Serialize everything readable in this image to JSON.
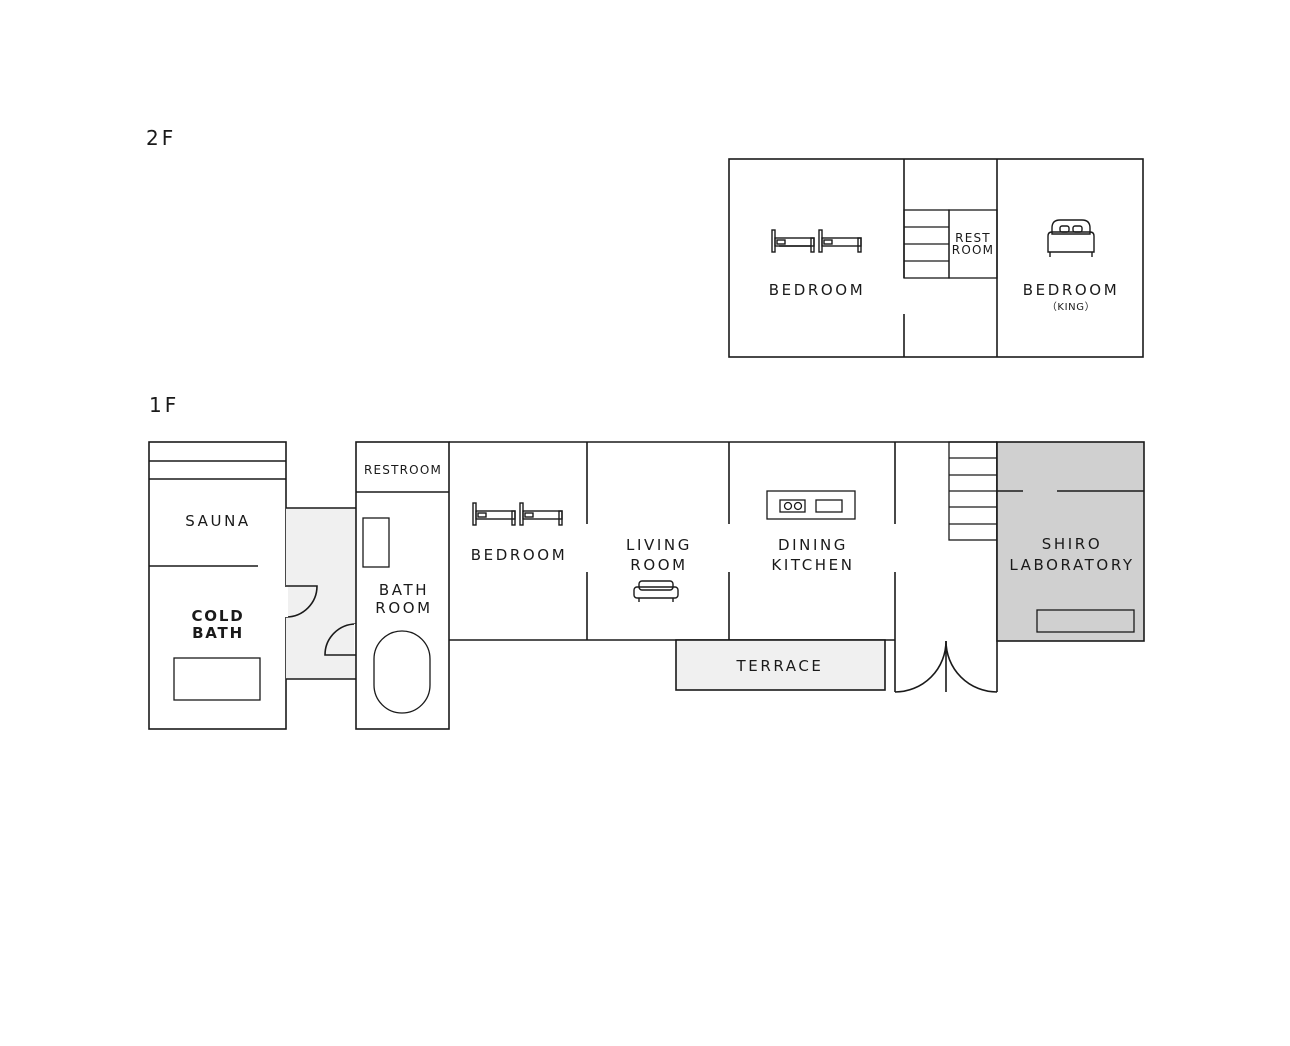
{
  "floors": {
    "second": {
      "label": "2F",
      "rooms": {
        "bedroom": {
          "label": "BEDROOM"
        },
        "restroom": {
          "line1": "REST",
          "line2": "ROOM"
        },
        "bedroom_king": {
          "label": "BEDROOM",
          "note": "（KING）"
        }
      }
    },
    "first": {
      "label": "1F",
      "rooms": {
        "sauna": {
          "label": "SAUNA"
        },
        "cold_bath": {
          "line1": "COLD",
          "line2": "BATH"
        },
        "restroom": {
          "label": "RESTROOM"
        },
        "bath_room": {
          "line1": "BATH",
          "line2": "ROOM"
        },
        "bedroom": {
          "label": "BEDROOM"
        },
        "living_room": {
          "line1": "LIVING",
          "line2": "ROOM"
        },
        "dining_kitchen": {
          "line1": "DINING",
          "line2": "KITCHEN"
        },
        "terrace": {
          "label": "TERRACE"
        },
        "shiro_laboratory": {
          "line1": "SHIRO",
          "line2": "LABORATORY"
        }
      }
    }
  },
  "colors": {
    "line": "#1a1a1a",
    "light_fill": "#f0f0f0",
    "lab_fill": "#d0d0d0",
    "background": "#ffffff"
  },
  "icons": [
    "twin-bed-icon",
    "king-bed-icon",
    "sofa-icon",
    "stove-icon",
    "sink-icon",
    "bathtub-icon",
    "stairs-icon",
    "door-swing-icon"
  ]
}
